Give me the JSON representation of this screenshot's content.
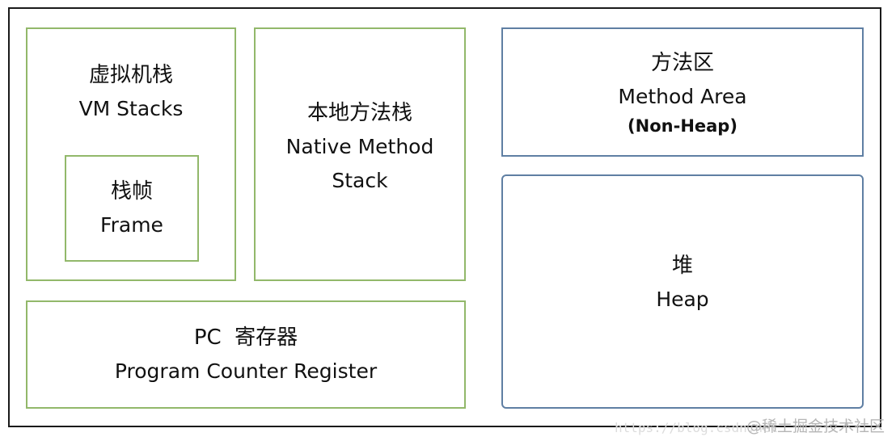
{
  "diagram": {
    "vm_stacks": {
      "zh": "虚拟机栈",
      "en": "VM Stacks"
    },
    "frame": {
      "zh": "栈帧",
      "en": "Frame"
    },
    "native_method_stack": {
      "zh": "本地方法栈",
      "en_line1": "Native Method",
      "en_line2": "Stack"
    },
    "method_area": {
      "zh": "方法区",
      "en": "Method Area",
      "note": "(Non-Heap)"
    },
    "pc_register": {
      "zh": "PC  寄存器",
      "en": "Program Counter Register"
    },
    "heap": {
      "zh": "堆",
      "en": "Heap"
    }
  },
  "watermark": {
    "url": "https://blog.csdn.net",
    "text": "@稀土掘金技术社区"
  },
  "colors": {
    "green_border": "#92b86a",
    "blue_border": "#5f7fa3",
    "outer_border": "#1a1a1a"
  }
}
